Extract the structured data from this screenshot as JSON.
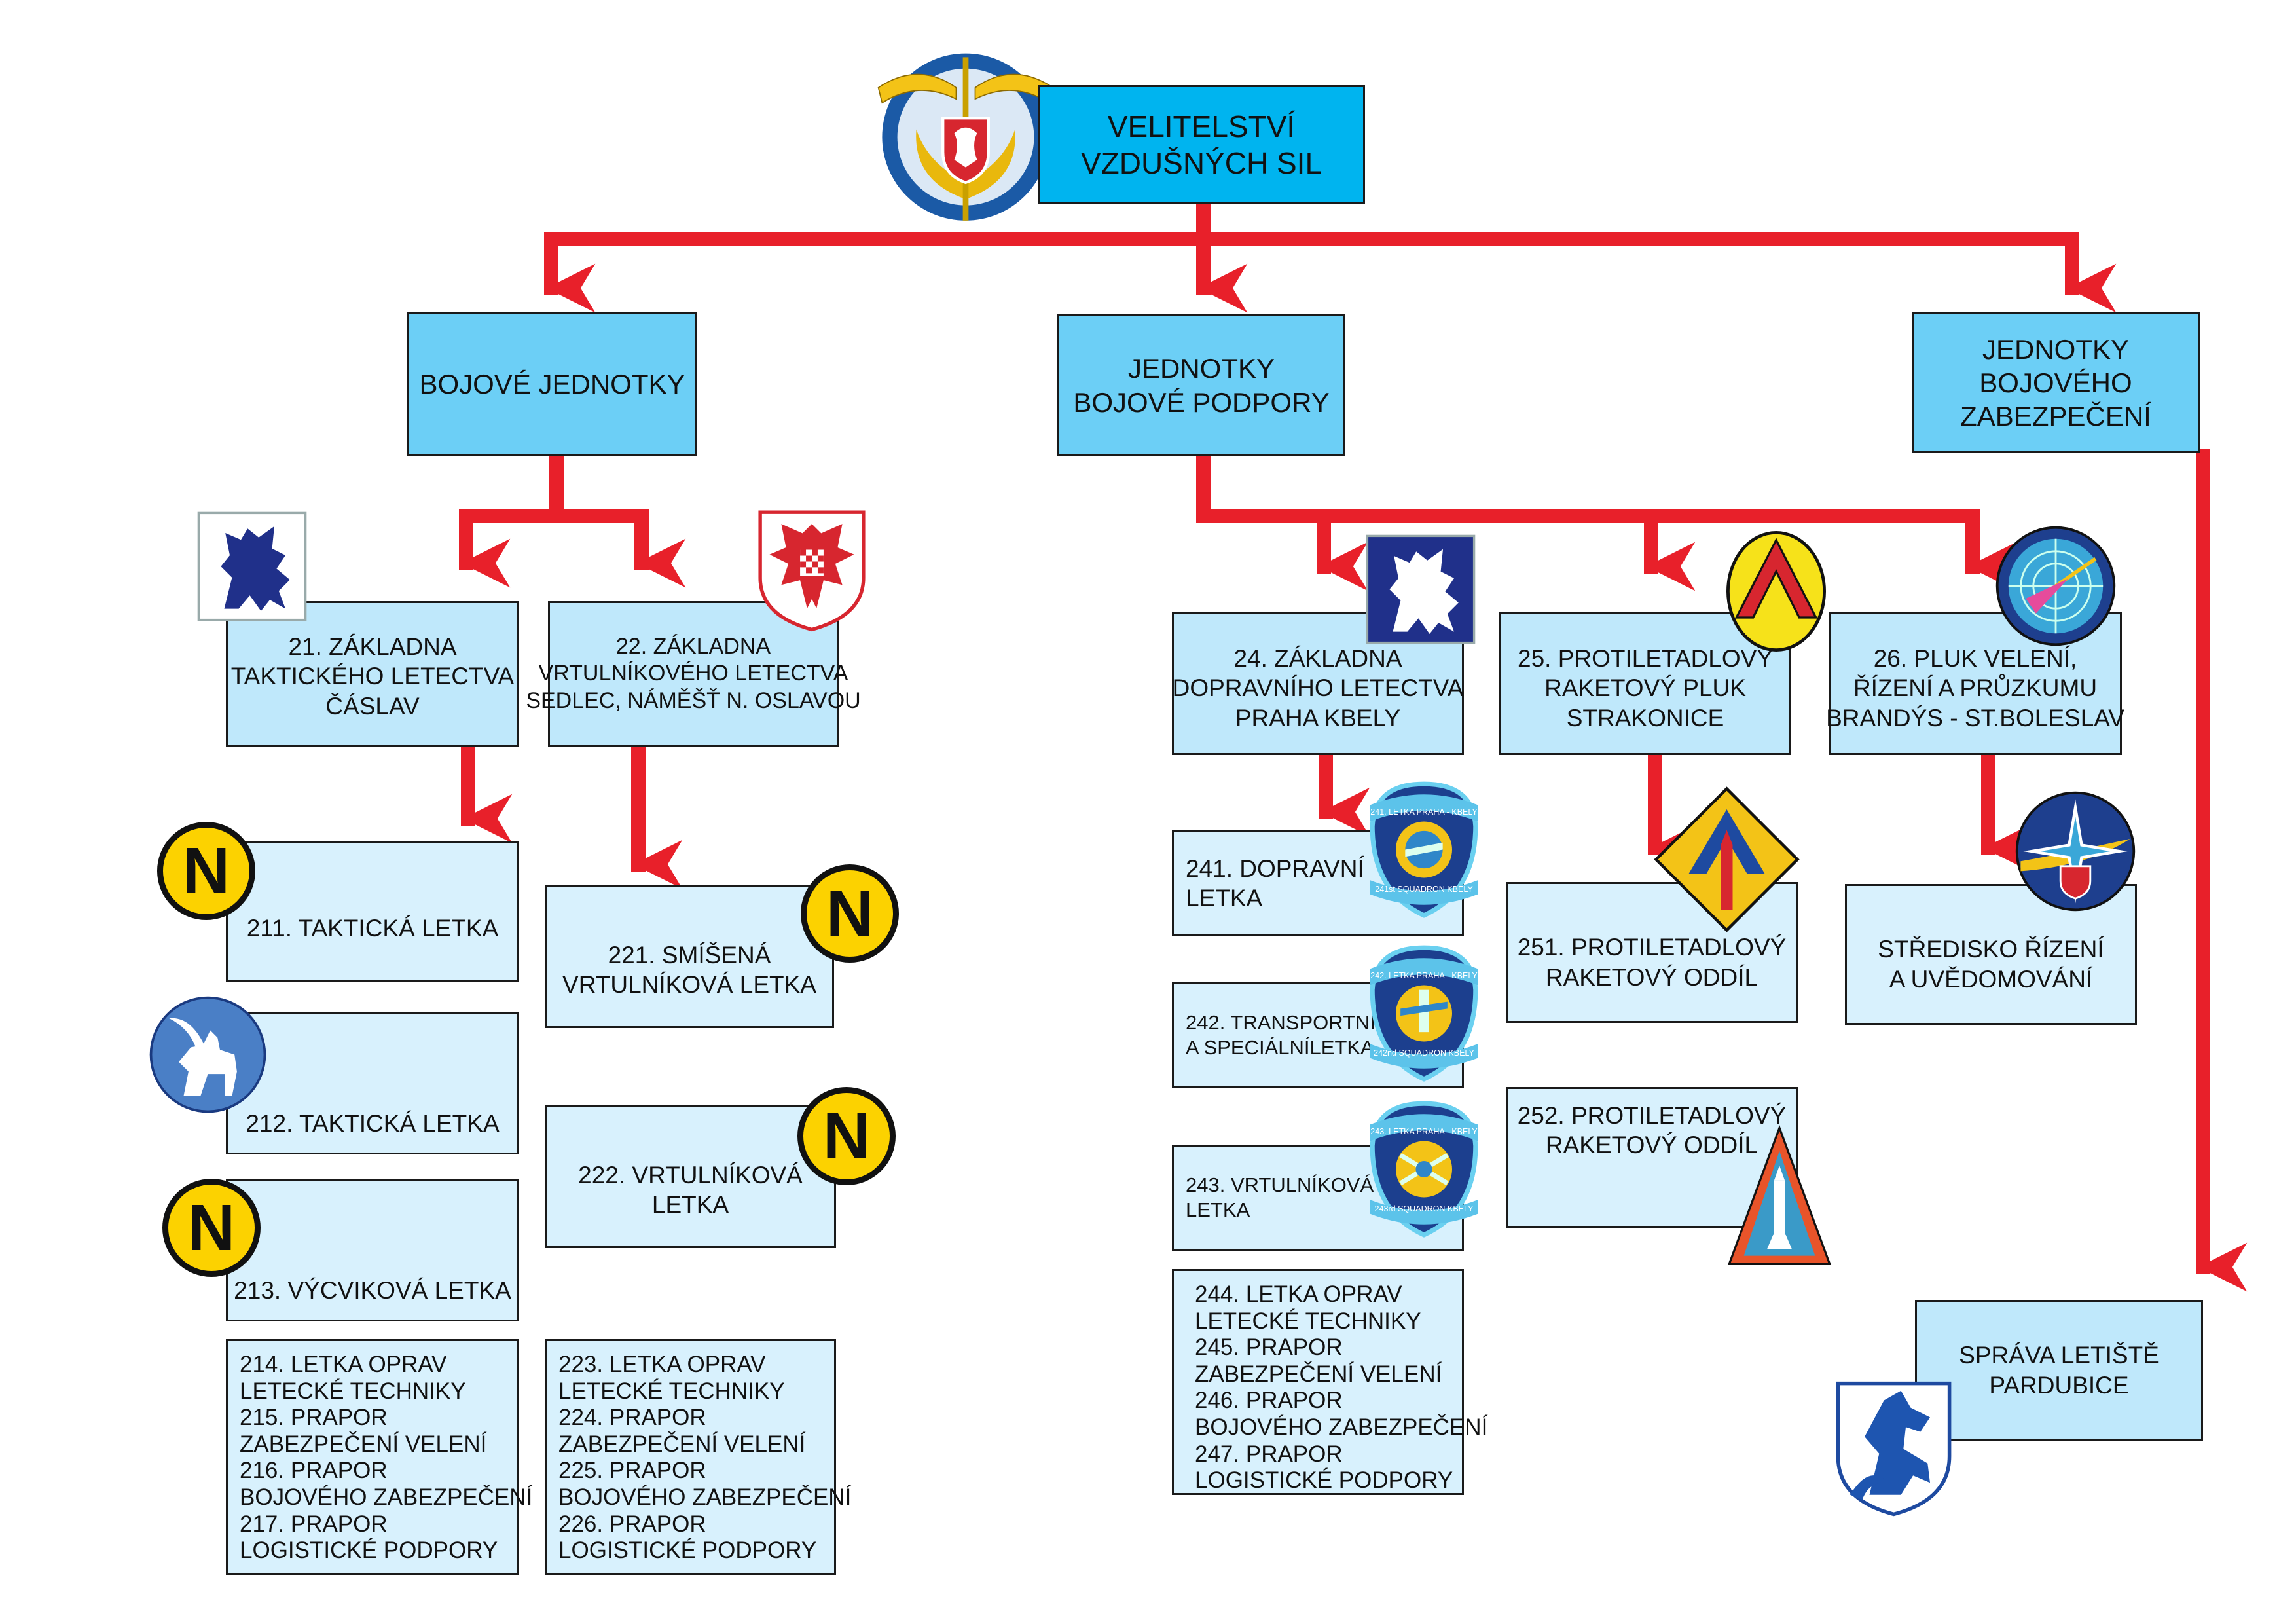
{
  "command": {
    "lines": [
      "VELITELSTVÍ",
      "VZDUŠNÝCH SIL"
    ]
  },
  "categories": {
    "combat": {
      "lines": [
        "BOJOVÉ JEDNOTKY"
      ]
    },
    "support": {
      "lines": [
        "JEDNOTKY",
        "BOJOVÉ PODPORY"
      ]
    },
    "service": {
      "lines": [
        "JEDNOTKY",
        "BOJOVÉHO",
        "ZABEZPEČENÍ"
      ]
    }
  },
  "bases": {
    "b21": {
      "lines": [
        "21. ZÁKLADNA",
        "TAKTICKÉHO LETECTVA",
        "ČÁSLAV"
      ]
    },
    "b22": {
      "lines": [
        "22. ZÁKLADNA",
        "VRTULNÍKOVÉHO LETECTVA",
        "SEDLEC, NÁMĚŠŤ N. OSLAVOU"
      ]
    },
    "b24": {
      "lines": [
        "24. ZÁKLADNA",
        "DOPRAVNÍHO LETECTVA",
        "PRAHA KBELY"
      ]
    },
    "b25": {
      "lines": [
        "25. PROTILETADLOVÝ",
        "RAKETOVÝ PLUK",
        "STRAKONICE"
      ]
    },
    "b26": {
      "lines": [
        "26. PLUK VELENÍ,",
        "ŘÍZENÍ A PRŮZKUMU",
        "BRANDÝS - ST.BOLESLAV"
      ]
    },
    "pardubice": {
      "lines": [
        "SPRÁVA LETIŠTĚ",
        "PARDUBICE"
      ]
    }
  },
  "units": {
    "u211": {
      "lines": [
        "211. TAKTICKÁ LETKA"
      ]
    },
    "u212": {
      "lines": [
        "212. TAKTICKÁ LETKA"
      ]
    },
    "u213": {
      "lines": [
        "213. VÝCVIKOVÁ LETKA"
      ]
    },
    "u221": {
      "lines": [
        "221. SMÍŠENÁ",
        "VRTULNÍKOVÁ  LETKA"
      ]
    },
    "u222": {
      "lines": [
        "222. VRTULNÍKOVÁ",
        "LETKA"
      ]
    },
    "u241": {
      "lines": [
        "241. DOPRAVNÍ",
        "LETKA"
      ]
    },
    "u242": {
      "lines": [
        "242. TRANSPORTNÍ",
        "A SPECIÁLNÍLETKA"
      ]
    },
    "u243": {
      "lines": [
        "243. VRTULNÍKOVÁ",
        "LETKA"
      ]
    },
    "u251": {
      "lines": [
        "251. PROTILETADLOVÝ",
        "RAKETOVÝ ODDÍL"
      ]
    },
    "u252": {
      "lines": [
        "252. PROTILETADLOVÝ",
        "RAKETOVÝ ODDÍL"
      ]
    },
    "u26c": {
      "lines": [
        "STŘEDISKO ŘÍZENÍ",
        "A UVĚDOMOVÁNÍ"
      ]
    }
  },
  "lists": {
    "l21": {
      "lines": [
        "214. LETKA OPRAV",
        "LETECKÉ TECHNIKY",
        "215. PRAPOR",
        "ZABEZPEČENÍ VELENÍ",
        "216. PRAPOR",
        "BOJOVÉHO ZABEZPEČENÍ",
        "217. PRAPOR",
        "LOGISTICKÉ PODPORY"
      ]
    },
    "l22": {
      "lines": [
        "223. LETKA OPRAV",
        "LETECKÉ TECHNIKY",
        "224. PRAPOR",
        "ZABEZPEČENÍ VELENÍ",
        "225. PRAPOR",
        "BOJOVÉHO ZABEZPEČENÍ",
        "226. PRAPOR",
        "LOGISTICKÉ PODPORY"
      ]
    },
    "l24": {
      "lines": [
        "244. LETKA OPRAV",
        "LETECKÉ TECHNIKY",
        "245. PRAPOR",
        "ZABEZPEČENÍ VELENÍ",
        "246. PRAPOR",
        "BOJOVÉHO ZABEZPEČENÍ",
        "247. PRAPOR",
        "LOGISTICKÉ PODPORY"
      ]
    }
  },
  "badges": {
    "nato_mark": "N"
  },
  "patch_texts": {
    "p241_top": "241. LETKA PRAHA - KBELY",
    "p241_bottom": "241st SQUADRON KBELY",
    "p242_top": "242. LETKA PRAHA - KBELY",
    "p242_bottom": "242nd SQUADRON KBELY",
    "p243_top": "243. LETKA PRAHA - KBELY",
    "p243_bottom": "243rd SQUADRON KBELY"
  },
  "colors": {
    "connector": "#e8202a",
    "command": "#00b4ef",
    "category": "#6ccff6",
    "base": "#bfe8fb",
    "unit": "#d8f1fd",
    "nato_badge": "#fcd200"
  },
  "icons": [
    "air-force-emblem-icon",
    "lion-emblem-icon",
    "eagle-emblem-icon",
    "lion-emblem-icon",
    "chevron-emblem-icon",
    "radar-emblem-icon",
    "squadron-patch-icon",
    "rocket-emblem-icon",
    "compass-emblem-icon",
    "missile-triangle-icon",
    "pegasus-emblem-icon",
    "horse-emblem-icon",
    "nato-badge-icon"
  ]
}
